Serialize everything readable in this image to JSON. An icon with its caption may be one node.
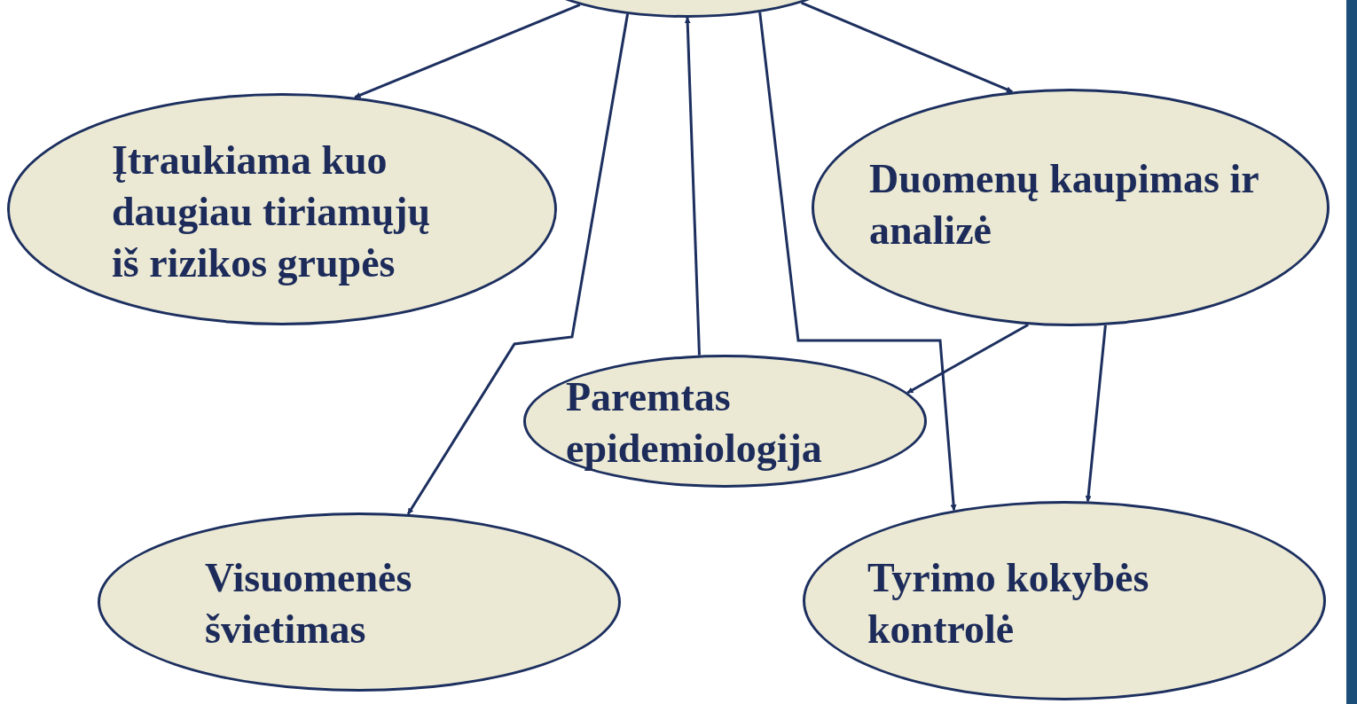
{
  "diagram": {
    "nodes": [
      {
        "text": [],
        "shape": "ellipse"
      },
      {
        "text": [
          "Įtraukiama kuo daugiau tiriamųjų iš rizikos grupės"
        ]
      },
      {
        "text": [
          "Duomenų kaupimas ir analizė"
        ]
      },
      {
        "text": [
          "Paremtas epidemiologija"
        ]
      },
      {
        "text": [
          "Visuomenės švietimas"
        ]
      },
      {
        "text": [
          "Tyrimo kokybės kontrolė"
        ]
      }
    ],
    "edges": [
      {
        "from": 0,
        "to": 1,
        "arrow": "to"
      },
      {
        "from": 0,
        "to": 4,
        "arrow": "to"
      },
      {
        "from": 3,
        "to": 0,
        "arrow": "to"
      },
      {
        "from": 0,
        "to": 5,
        "arrow": "to"
      },
      {
        "from": 0,
        "to": 2,
        "arrow": "to"
      },
      {
        "from": 2,
        "to": 3,
        "arrow": "to"
      },
      {
        "from": 2,
        "to": 5,
        "arrow": "to"
      }
    ]
  }
}
